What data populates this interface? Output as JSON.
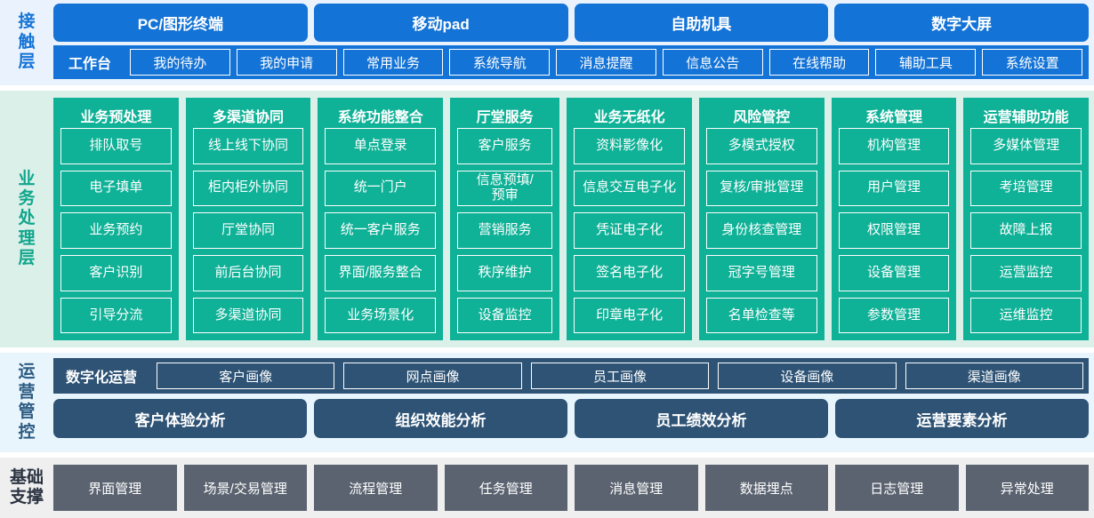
{
  "layers": {
    "contact": {
      "label": "接触层",
      "channels": [
        "PC/图形终端",
        "移动pad",
        "自助机具",
        "数字大屏"
      ],
      "bar_title": "工作台",
      "chips": [
        "我的待办",
        "我的申请",
        "常用业务",
        "系统导航",
        "消息提醒",
        "信息公告",
        "在线帮助",
        "辅助工具",
        "系统设置"
      ],
      "color": "#1473d6",
      "background": "#eaf3fd"
    },
    "business": {
      "label": "业务处理层",
      "color": "#0fb197",
      "background": "#dcf0ea",
      "columns": [
        {
          "title": "业务预处理",
          "items": [
            "排队取号",
            "电子填单",
            "业务预约",
            "客户识别",
            "引导分流"
          ]
        },
        {
          "title": "多渠道协同",
          "items": [
            "线上线下协同",
            "柜内柜外协同",
            "厅堂协同",
            "前后台协同",
            "多渠道协同"
          ]
        },
        {
          "title": "系统功能整合",
          "items": [
            "单点登录",
            "统一门户",
            "统一客户服务",
            "界面/服务整合",
            "业务场景化"
          ]
        },
        {
          "title": "厅堂服务",
          "items": [
            "客户服务",
            "信息预填/\n预审",
            "营销服务",
            "秩序维护",
            "设备监控"
          ]
        },
        {
          "title": "业务无纸化",
          "items": [
            "资料影像化",
            "信息交互电子化",
            "凭证电子化",
            "签名电子化",
            "印章电子化"
          ]
        },
        {
          "title": "风险管控",
          "items": [
            "多模式授权",
            "复核/审批管理",
            "身份核查管理",
            "冠字号管理",
            "名单检查等"
          ]
        },
        {
          "title": "系统管理",
          "items": [
            "机构管理",
            "用户管理",
            "权限管理",
            "设备管理",
            "参数管理"
          ]
        },
        {
          "title": "运营辅助功能",
          "items": [
            "多媒体管理",
            "考培管理",
            "故障上报",
            "运营监控",
            "运维监控"
          ]
        }
      ]
    },
    "operations": {
      "label": "运营管控",
      "color": "#2e5375",
      "background": "#e8f5fd",
      "bar_title": "数字化运营",
      "portraits": [
        "客户画像",
        "网点画像",
        "员工画像",
        "设备画像",
        "渠道画像"
      ],
      "analyses": [
        "客户体验分析",
        "组织效能分析",
        "员工绩效分析",
        "运营要素分析"
      ]
    },
    "foundation": {
      "label": "基础支撑",
      "color": "#5b6370",
      "background": "#efeff0",
      "items": [
        "界面管理",
        "场景/交易管理",
        "流程管理",
        "任务管理",
        "消息管理",
        "数据埋点",
        "日志管理",
        "异常处理"
      ]
    }
  }
}
